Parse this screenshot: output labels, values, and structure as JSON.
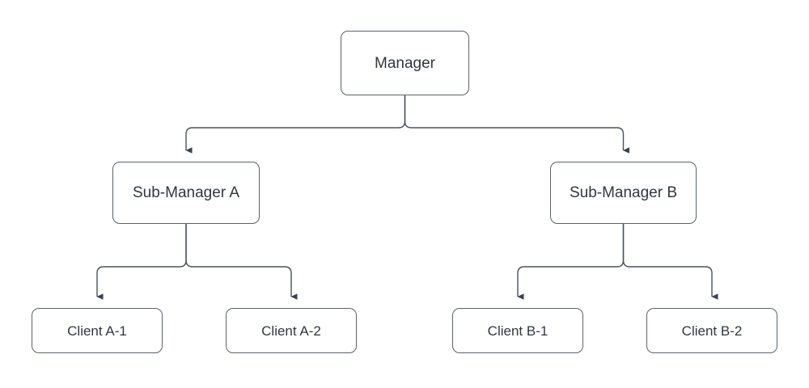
{
  "diagram": {
    "type": "org-chart-tree",
    "background_color": "#ffffff",
    "node_fill": "#ffffff",
    "node_border_color": "#59626f",
    "text_color": "#2f3742",
    "connector_color": "#4a5260",
    "nodes": {
      "manager": {
        "label": "Manager"
      },
      "sub_manager_a": {
        "label": "Sub-Manager A"
      },
      "sub_manager_b": {
        "label": "Sub-Manager B"
      },
      "client_a1": {
        "label": "Client A-1"
      },
      "client_a2": {
        "label": "Client A-2"
      },
      "client_b1": {
        "label": "Client B-1"
      },
      "client_b2": {
        "label": "Client B-2"
      }
    },
    "edges": [
      {
        "from": "manager",
        "to": "sub_manager_a",
        "arrow": "triangle-down"
      },
      {
        "from": "manager",
        "to": "sub_manager_b",
        "arrow": "triangle-down"
      },
      {
        "from": "sub_manager_a",
        "to": "client_a1",
        "arrow": "triangle-down"
      },
      {
        "from": "sub_manager_a",
        "to": "client_a2",
        "arrow": "triangle-down"
      },
      {
        "from": "sub_manager_b",
        "to": "client_b1",
        "arrow": "triangle-down"
      },
      {
        "from": "sub_manager_b",
        "to": "client_b2",
        "arrow": "triangle-down"
      }
    ]
  }
}
